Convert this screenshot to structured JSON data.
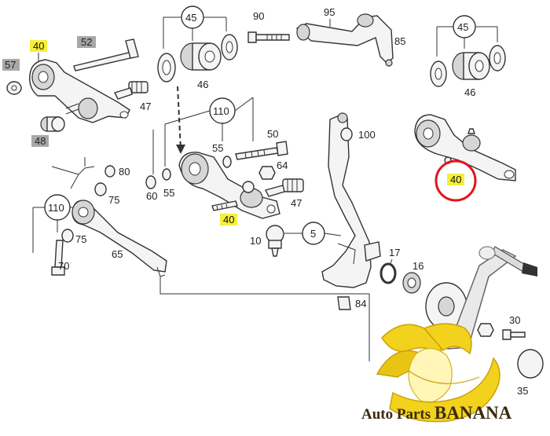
{
  "colors": {
    "highlight": "#f6ef3a",
    "grey_label": "#a8a8a8",
    "ring": "#e0151b",
    "banana": "#f2d21c",
    "banana_dark": "#c9a10c",
    "line": "#333333"
  },
  "labels": {
    "l40_a": "40",
    "l52": "52",
    "l57": "57",
    "l47_a": "47",
    "l48": "48",
    "l45_a": "45",
    "l46_a": "46",
    "l90": "90",
    "l95": "95",
    "l85": "85",
    "l45_b": "45",
    "l46_b": "46",
    "l110_a": "110",
    "l55_a": "55",
    "l50": "50",
    "l100": "100",
    "l80": "80",
    "l75_a": "75",
    "l60": "60",
    "l55_b": "55",
    "l64": "64",
    "l47_b": "47",
    "l40_b": "40",
    "l40_c": "40",
    "l110_b": "110",
    "l75_b": "75",
    "l65": "65",
    "l70": "70",
    "l5": "5",
    "l10": "10",
    "l17": "17",
    "l16": "16",
    "l84": "84",
    "l30": "30",
    "l35": "35"
  },
  "brand": {
    "prefix": "Auto Parts ",
    "name": "BANANA"
  },
  "icons": {
    "logo": "banana-logo-icon"
  }
}
